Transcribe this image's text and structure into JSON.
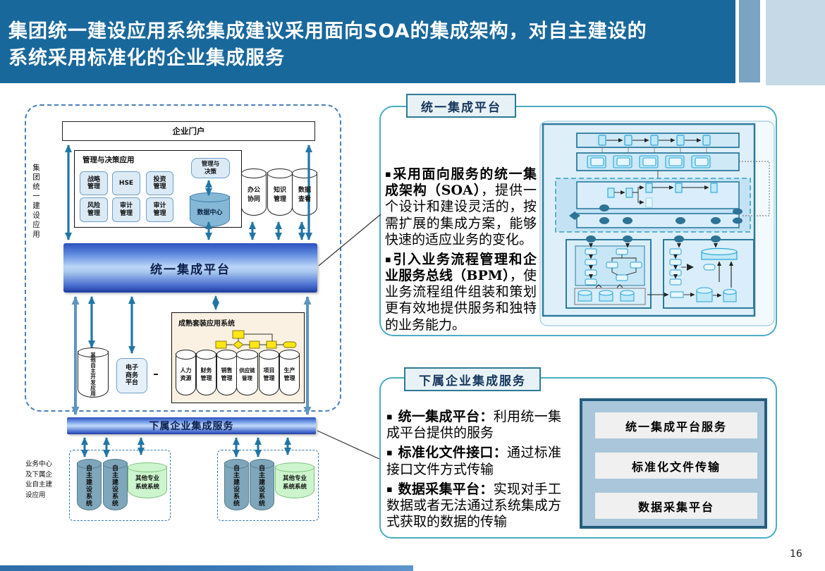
{
  "slide": {
    "page_number": "16"
  },
  "header": {
    "title_line1": "集团统一建设应用系统集成建议采用面向SOA的集成架构，对自主建设的",
    "title_line2": "系统采用标准化的企业集成服务"
  },
  "left_diagram": {
    "group_vertical_label": "集团统一建设应用",
    "enterprise_portal": "企业门户",
    "mgmt_box_label": "管理与决策应用",
    "modules": [
      "战略\n管理",
      "HSE",
      "投资\n管理",
      "风险\n管理",
      "审计\n管理",
      "审计\n管理"
    ],
    "decision_box": "管理与\n决策",
    "data_center": "数据中心",
    "app_cylinders": [
      "办公\n协同",
      "知识\n管理",
      "数据\n查看"
    ],
    "integration_bar": "统一集成平台",
    "other_dev_cylinder": "其他自主开发应用",
    "ecommerce_box": "电子\n商务\n平台",
    "dash": "–",
    "packaged_box_label": "成熟套装应用系统",
    "packaged_systems": [
      "人力\n资源",
      "财务\n管理",
      "销售\n管理",
      "供应链\n管理",
      "项目\n管理",
      "生产\n管理"
    ],
    "sub_integration_bar": "下属企业集成服务",
    "business_center_label": "业务中心\n及下属企\n业自主建\n设应用",
    "self_built_cylinder": "自主建设系统",
    "other_professional_cylinder": "其他专业\n系统系统"
  },
  "integration_panel": {
    "title": "统一集成平台",
    "bullet_char": "▪",
    "bullets": [
      {
        "bold": "采用面向服务的统一集成架构（SOA）",
        "rest": "，提供一个设计和建设灵活的，按需扩展的集成方案，能够快速的适应业务的变化。"
      },
      {
        "bold": "引入业务流程管理和企业服务总线（BPM）",
        "rest": "，使业务流程组件组装和策划更有效地提供服务和独特的业务能力。"
      }
    ]
  },
  "services_panel": {
    "title": "下属企业集成服务",
    "bullet_char": "▪",
    "bullets": [
      {
        "bold": "统一集成平台：",
        "rest": "利用统一集成平台提供的服务"
      },
      {
        "bold": "标准化文件接口：",
        "rest": "通过标准接口文件方式传输"
      },
      {
        "bold": "数据采集平台：",
        "rest": "实现对手工数据或者无法通过系统集成方式获取的数据的传输"
      }
    ],
    "service_boxes": [
      "统一集成平台服务",
      "标准化文件传输",
      "数据采集平台"
    ]
  },
  "colors": {
    "header_bg": "#19689C",
    "strip_medium": "#7AA4C2",
    "strip_light": "#C6D9E6",
    "arrow_teal": "#2176A5",
    "arrow_light": "#5E95BD",
    "dashed_border": "#4A7EBB",
    "panel_border": "#4BACC6",
    "title_box_border": "#2E7A96",
    "title_box_bg": "#E8F2F6",
    "bar_text": "#0D1F4E",
    "packaged_bg": "#FBF1E2",
    "bluebox_bg": "#A9C6DA",
    "bluebox_border": "#255E7E",
    "green_cylinder": "#CDF5CD",
    "slate_cylinder": "#7FA6BA",
    "data_cylinder": "#85B7D7",
    "module_bg": "#DCEAF6",
    "module_border": "#6FA0C8",
    "footer_bar": "#3B79B8"
  }
}
